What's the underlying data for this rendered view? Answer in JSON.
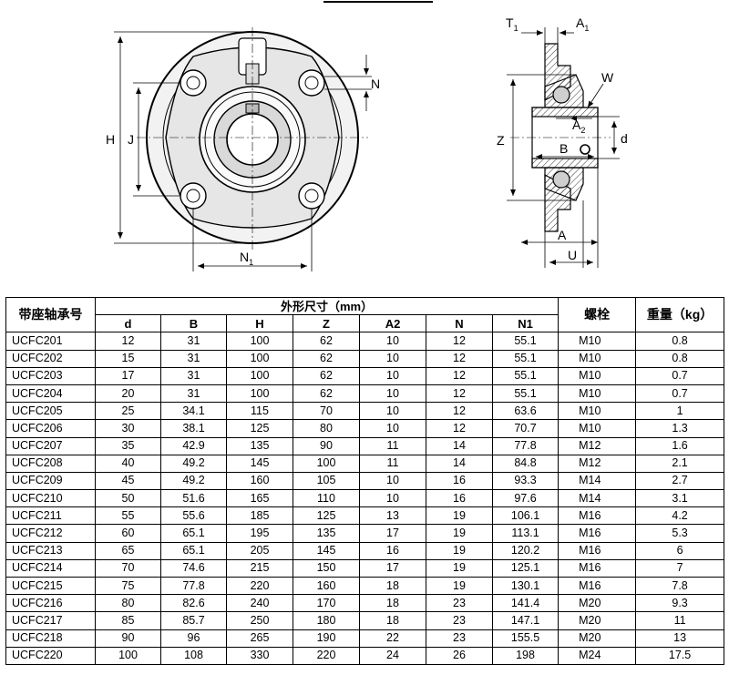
{
  "drawing": {
    "front_labels": {
      "H": "H",
      "J": "J",
      "N": "N",
      "N1": "N",
      "N1_sub": "1"
    },
    "side_labels": {
      "T1": "T",
      "T1_sub": "1",
      "A1": "A",
      "A1_sub": "1",
      "W": "W",
      "A2": "A",
      "A2_sub": "2",
      "B": "B",
      "Z": "Z",
      "d": "d",
      "A": "A",
      "U": "U"
    }
  },
  "table": {
    "model_header": "带座轴承号",
    "dims_header": "外形尺寸（mm）",
    "bolt_header": "螺栓",
    "weight_header": "重量（kg）",
    "sub_headers": [
      "d",
      "B",
      "H",
      "Z",
      "A2",
      "N",
      "N1"
    ],
    "rows": [
      [
        "UCFC201",
        "12",
        "31",
        "100",
        "62",
        "10",
        "12",
        "55.1",
        "M10",
        "0.8"
      ],
      [
        "UCFC202",
        "15",
        "31",
        "100",
        "62",
        "10",
        "12",
        "55.1",
        "M10",
        "0.8"
      ],
      [
        "UCFC203",
        "17",
        "31",
        "100",
        "62",
        "10",
        "12",
        "55.1",
        "M10",
        "0.7"
      ],
      [
        "UCFC204",
        "20",
        "31",
        "100",
        "62",
        "10",
        "12",
        "55.1",
        "M10",
        "0.7"
      ],
      [
        "UCFC205",
        "25",
        "34.1",
        "115",
        "70",
        "10",
        "12",
        "63.6",
        "M10",
        "1"
      ],
      [
        "UCFC206",
        "30",
        "38.1",
        "125",
        "80",
        "10",
        "12",
        "70.7",
        "M10",
        "1.3"
      ],
      [
        "UCFC207",
        "35",
        "42.9",
        "135",
        "90",
        "11",
        "14",
        "77.8",
        "M12",
        "1.6"
      ],
      [
        "UCFC208",
        "40",
        "49.2",
        "145",
        "100",
        "11",
        "14",
        "84.8",
        "M12",
        "2.1"
      ],
      [
        "UCFC209",
        "45",
        "49.2",
        "160",
        "105",
        "10",
        "16",
        "93.3",
        "M14",
        "2.7"
      ],
      [
        "UCFC210",
        "50",
        "51.6",
        "165",
        "110",
        "10",
        "16",
        "97.6",
        "M14",
        "3.1"
      ],
      [
        "UCFC211",
        "55",
        "55.6",
        "185",
        "125",
        "13",
        "19",
        "106.1",
        "M16",
        "4.2"
      ],
      [
        "UCFC212",
        "60",
        "65.1",
        "195",
        "135",
        "17",
        "19",
        "113.1",
        "M16",
        "5.3"
      ],
      [
        "UCFC213",
        "65",
        "65.1",
        "205",
        "145",
        "16",
        "19",
        "120.2",
        "M16",
        "6"
      ],
      [
        "UCFC214",
        "70",
        "74.6",
        "215",
        "150",
        "17",
        "19",
        "125.1",
        "M16",
        "7"
      ],
      [
        "UCFC215",
        "75",
        "77.8",
        "220",
        "160",
        "18",
        "19",
        "130.1",
        "M16",
        "7.8"
      ],
      [
        "UCFC216",
        "80",
        "82.6",
        "240",
        "170",
        "18",
        "23",
        "141.4",
        "M20",
        "9.3"
      ],
      [
        "UCFC217",
        "85",
        "85.7",
        "250",
        "180",
        "18",
        "23",
        "147.1",
        "M20",
        "11"
      ],
      [
        "UCFC218",
        "90",
        "96",
        "265",
        "190",
        "22",
        "23",
        "155.5",
        "M20",
        "13"
      ],
      [
        "UCFC220",
        "100",
        "108",
        "330",
        "220",
        "24",
        "26",
        "198",
        "M24",
        "17.5"
      ]
    ]
  }
}
